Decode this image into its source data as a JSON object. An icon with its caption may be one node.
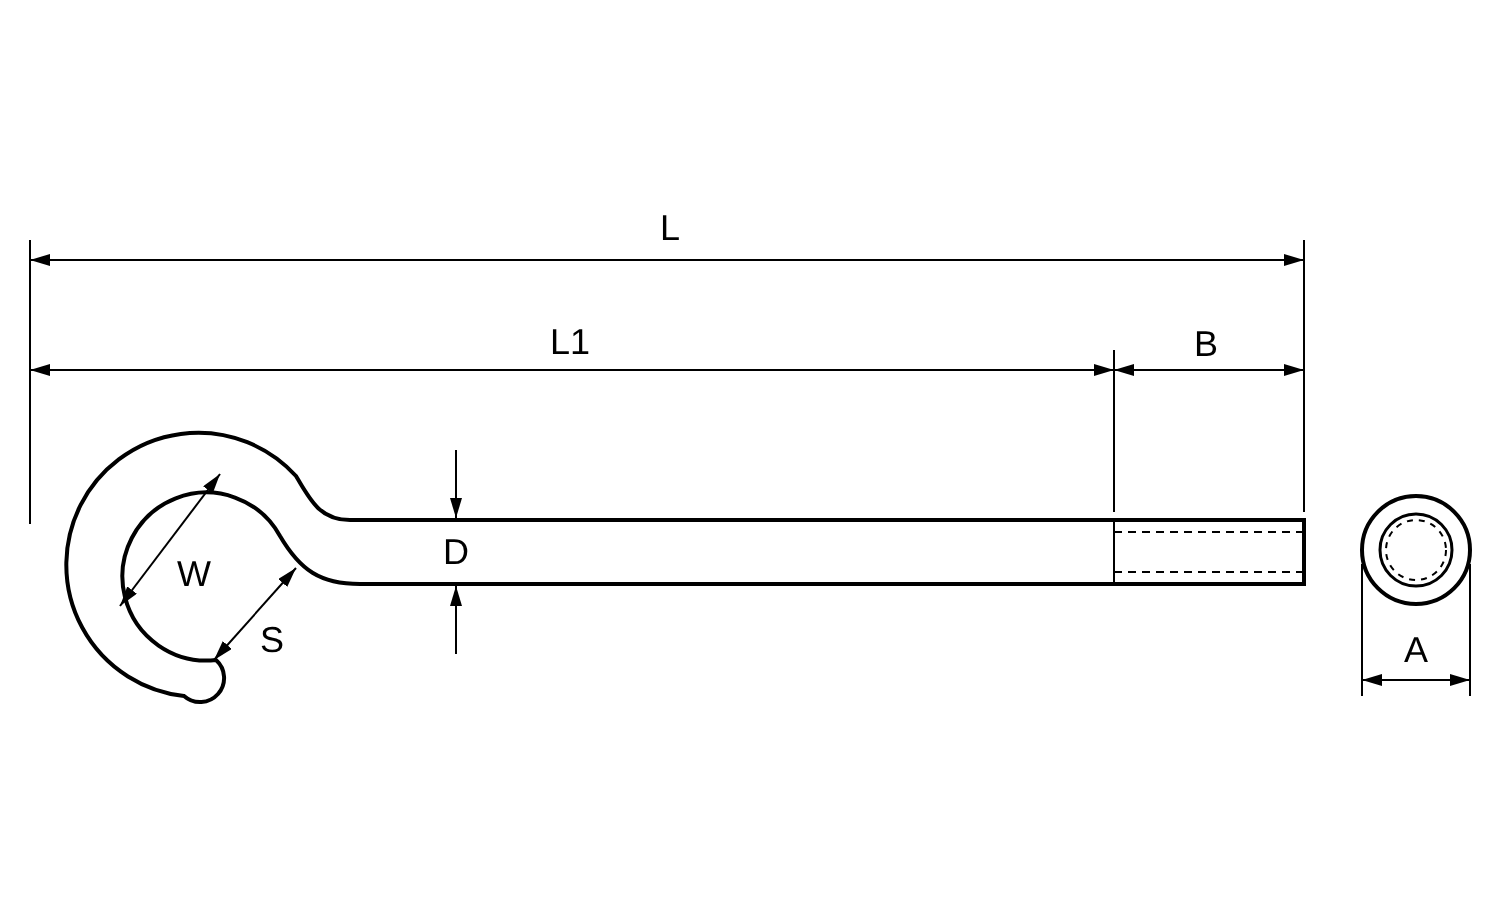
{
  "diagram": {
    "labels": [
      "L",
      "L1",
      "B",
      "W",
      "D",
      "S",
      "A"
    ]
  }
}
